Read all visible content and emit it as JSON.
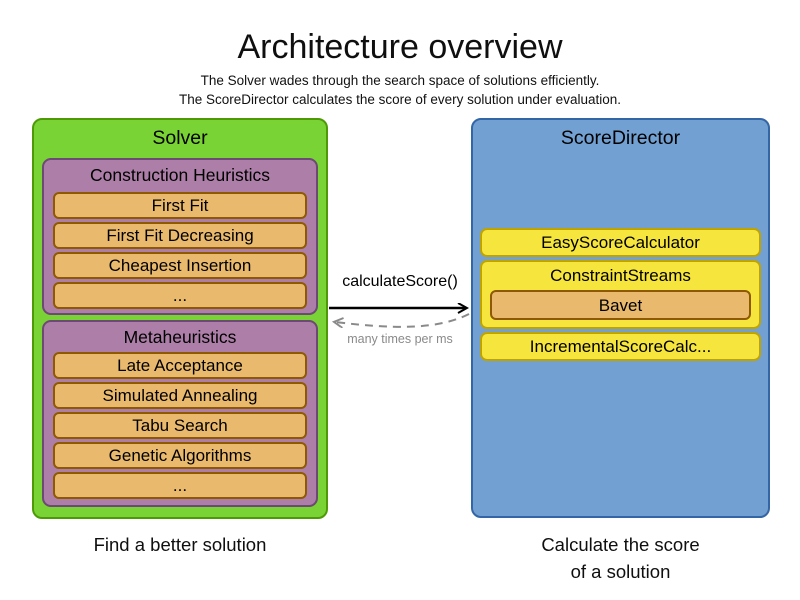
{
  "header": {
    "title": "Architecture overview",
    "subtitle_line1": "The Solver wades through the search space of solutions efficiently.",
    "subtitle_line2": "The ScoreDirector calculates the score of every solution under evaluation."
  },
  "solver": {
    "label": "Solver",
    "caption": "Find a better solution",
    "groups": [
      {
        "label": "Construction Heuristics",
        "items": [
          "First Fit",
          "First Fit Decreasing",
          "Cheapest Insertion",
          "..."
        ]
      },
      {
        "label": "Metaheuristics",
        "items": [
          "Late Acceptance",
          "Simulated Annealing",
          "Tabu Search",
          "Genetic Algorithms",
          "..."
        ]
      }
    ]
  },
  "score_director": {
    "label": "ScoreDirector",
    "caption_line1": "Calculate the score",
    "caption_line2": "of a solution",
    "items": [
      {
        "label": "EasyScoreCalculator"
      },
      {
        "label": "ConstraintStreams",
        "sub_items": [
          "Bavet"
        ]
      },
      {
        "label": "IncrementalScoreCalc..."
      }
    ]
  },
  "connection": {
    "call_label": "calculateScore()",
    "frequency_label": "many times per ms"
  },
  "colors": {
    "solver_fill": "#7ad334",
    "solver_border": "#4e9a06",
    "group_fill": "#ad7fa8",
    "group_border": "#6c4a74",
    "item_fill": "#e9b96e",
    "item_border": "#8f5902",
    "score_director_fill": "#72a0d2",
    "score_director_border": "#3465a4",
    "calculator_fill": "#f6e53d",
    "calculator_border": "#bfa400",
    "arrow_solid": "#000000",
    "arrow_dashed": "#8a8a8a"
  }
}
